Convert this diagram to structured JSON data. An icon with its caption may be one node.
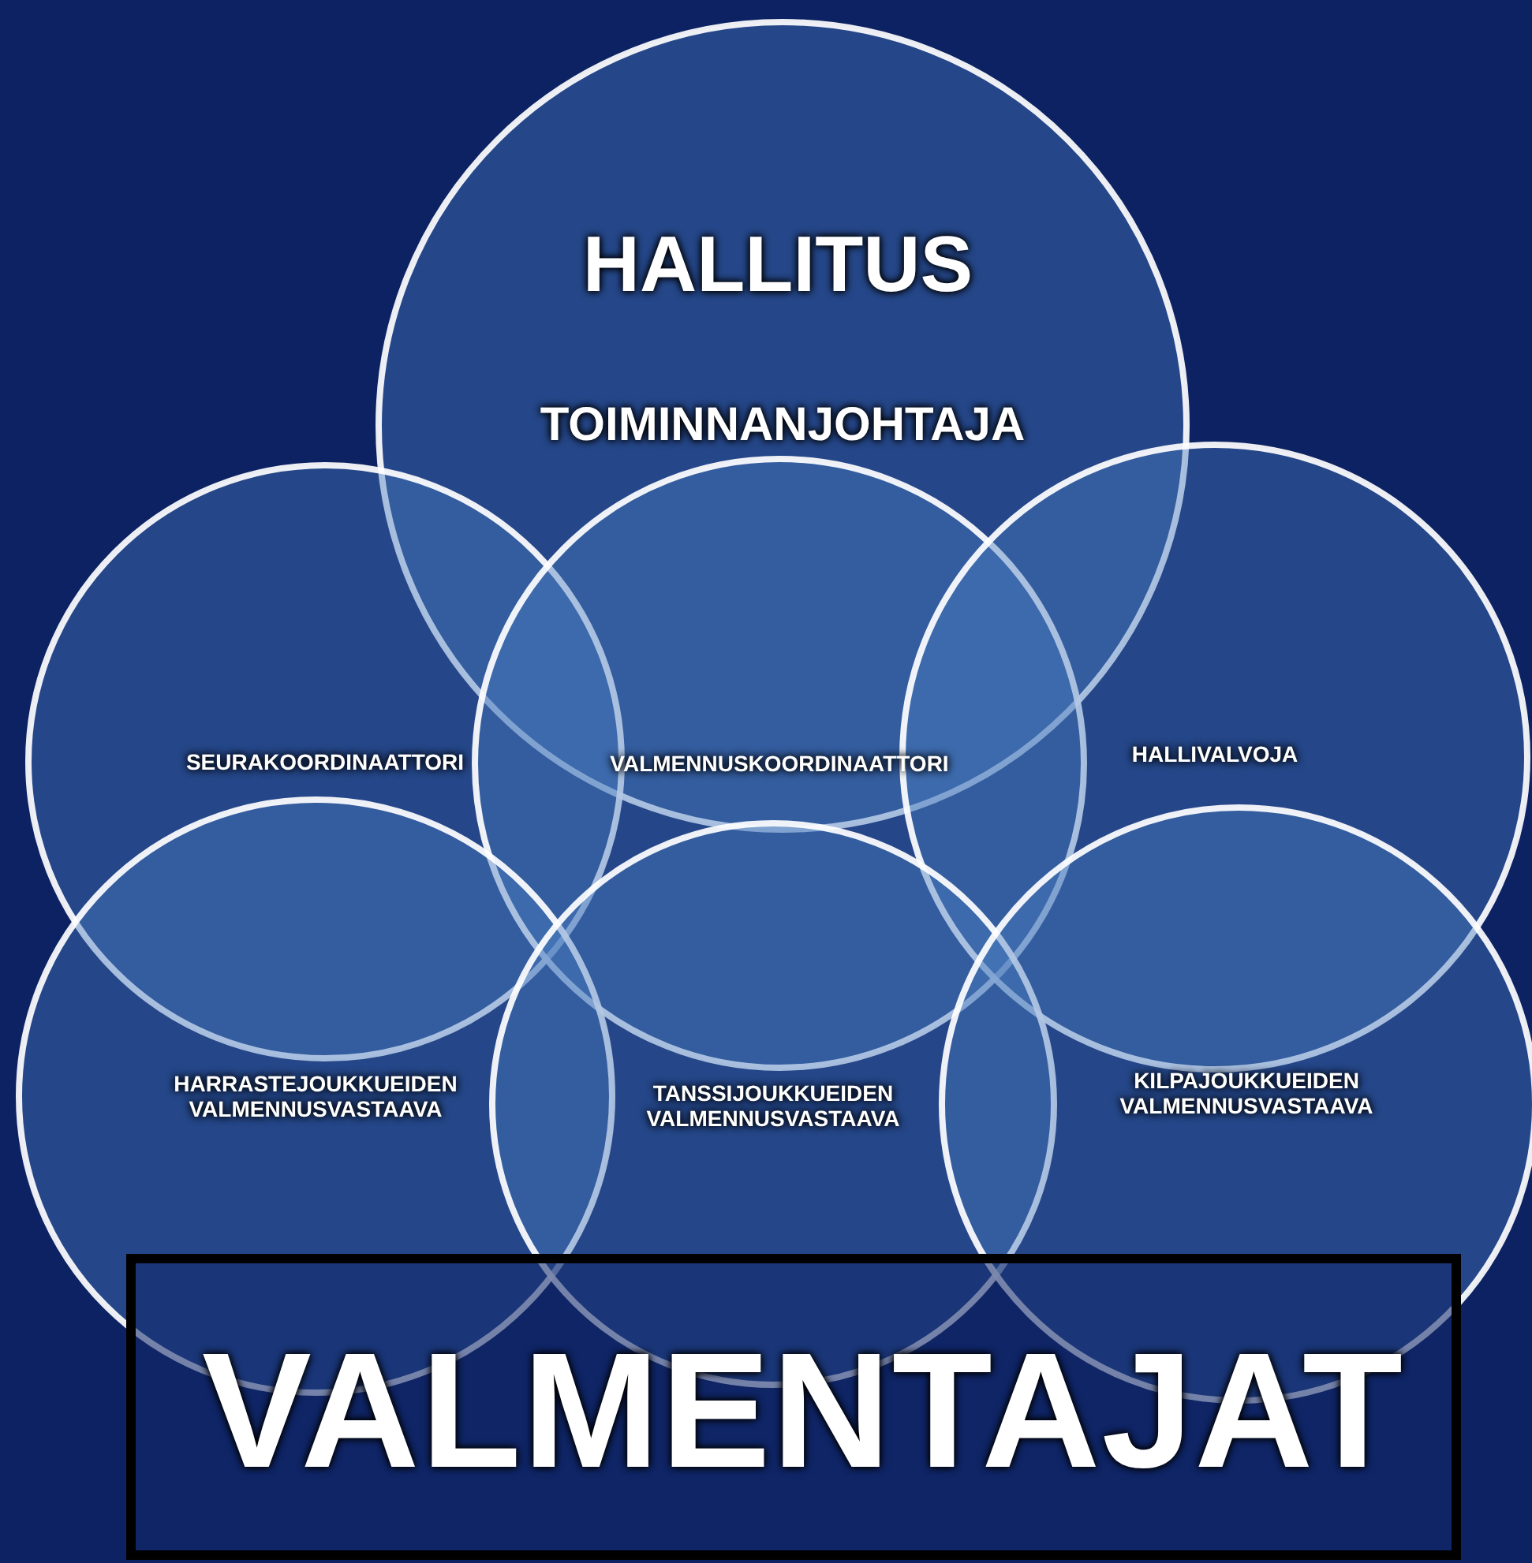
{
  "diagram": {
    "nodes": [
      {
        "text": [
          "HALLITUS",
          "TOIMINNANJOHTAJA"
        ]
      },
      {
        "text": [
          "SEURAKOORDINAATTORI"
        ]
      },
      {
        "text": [
          "VALMENNUSKOORDINAATTORI"
        ]
      },
      {
        "text": [
          "HALLIVALVOJA"
        ]
      },
      {
        "text": [
          "HARRASTEJOUKKUEIDEN VALMENNUSVASTAAVA"
        ]
      },
      {
        "text": [
          "TANSSIJOUKKUEIDEN VALMENNUSVASTAAVA"
        ]
      },
      {
        "text": [
          "KILPAJOUKKUEIDEN VALMENNUSVASTAAVA"
        ]
      },
      {
        "text": [
          "VALMENTAJAT"
        ]
      }
    ]
  }
}
